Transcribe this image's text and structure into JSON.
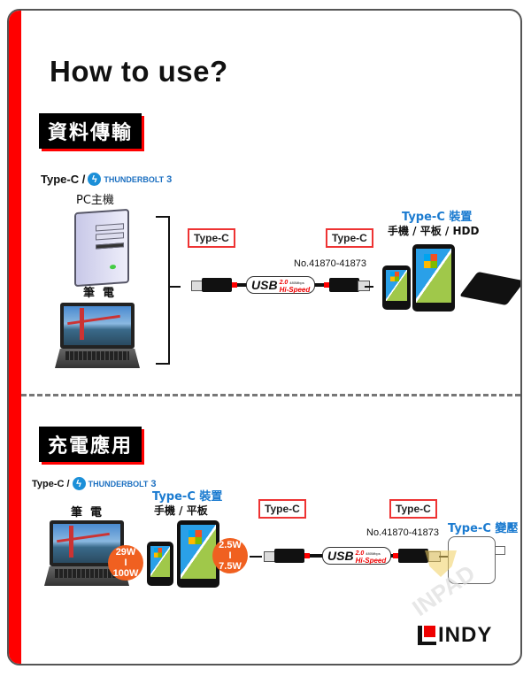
{
  "title": "How to use?",
  "colors": {
    "accent_red": "#ff0000",
    "blue": "#1b7bd0",
    "badge_orange": "#f06020"
  },
  "sections": [
    {
      "tag": "資料傳輸",
      "source_line": {
        "typec": "Type-C /",
        "thunderbolt": "THUNDERBOLT",
        "thunderbolt_version": "3"
      },
      "hosts": [
        "PC主機",
        "筆  電"
      ],
      "cable": {
        "left_connector": "Type-C",
        "right_connector": "Type-C",
        "model": "No.41870-41873",
        "usb_label": "USB",
        "usb_version": "2.0",
        "usb_speed": "480Mbps",
        "usb_class": "Hi-Speed"
      },
      "target": {
        "title": "Type-C 裝置",
        "subtitle": "手機 / 平板 / HDD"
      }
    },
    {
      "tag": "充電應用",
      "source_line": {
        "typec": "Type-C /",
        "thunderbolt": "THUNDERBOLT",
        "thunderbolt_version": "3"
      },
      "hosts": [
        "筆  電"
      ],
      "host_power": {
        "top": "29W",
        "sep": "I",
        "bottom": "100W"
      },
      "devices": {
        "title": "Type-C 裝置",
        "subtitle": "手機 / 平板"
      },
      "device_power": {
        "top": "2.5W",
        "sep": "I",
        "bottom": "7.5W"
      },
      "cable": {
        "left_connector": "Type-C",
        "right_connector": "Type-C",
        "model": "No.41870-41873",
        "usb_label": "USB",
        "usb_version": "2.0",
        "usb_speed": "480Mbps",
        "usb_class": "Hi-Speed"
      },
      "target": {
        "title": "Type-C 變壓器"
      }
    }
  ],
  "watermark": "INPAD",
  "brand": "INDY"
}
